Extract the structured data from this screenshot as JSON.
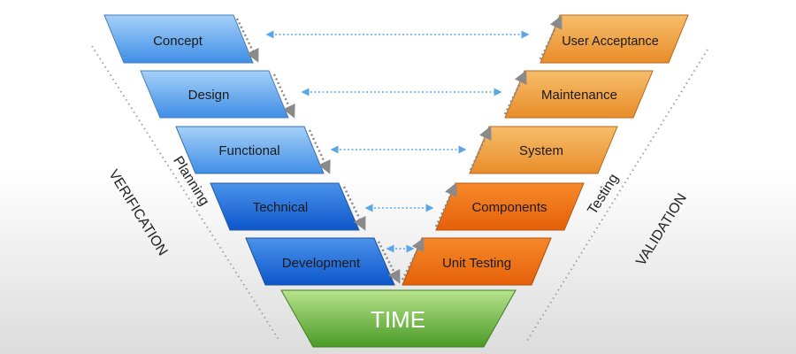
{
  "diagram": {
    "left_stages": [
      "Concept",
      "Design",
      "Functional",
      "Technical",
      "Development"
    ],
    "right_stages": [
      "User Acceptance",
      "Maintenance",
      "System",
      "Components",
      "Unit Testing"
    ],
    "base_label": "TIME",
    "side_labels": {
      "verification": "VERIFICATION",
      "planning": "Planning",
      "testing": "Testing",
      "validation": "VALIDATION"
    }
  },
  "colors": {
    "left_light": "#8ec3f5",
    "left_dark": "#1261d6",
    "right_light": "#f0a855",
    "right_dark": "#ef6b0c",
    "base_light": "#a6dc73",
    "base_dark": "#4f9c2a",
    "connector": "#5aa6e6",
    "dots": "#9a9a9a"
  }
}
